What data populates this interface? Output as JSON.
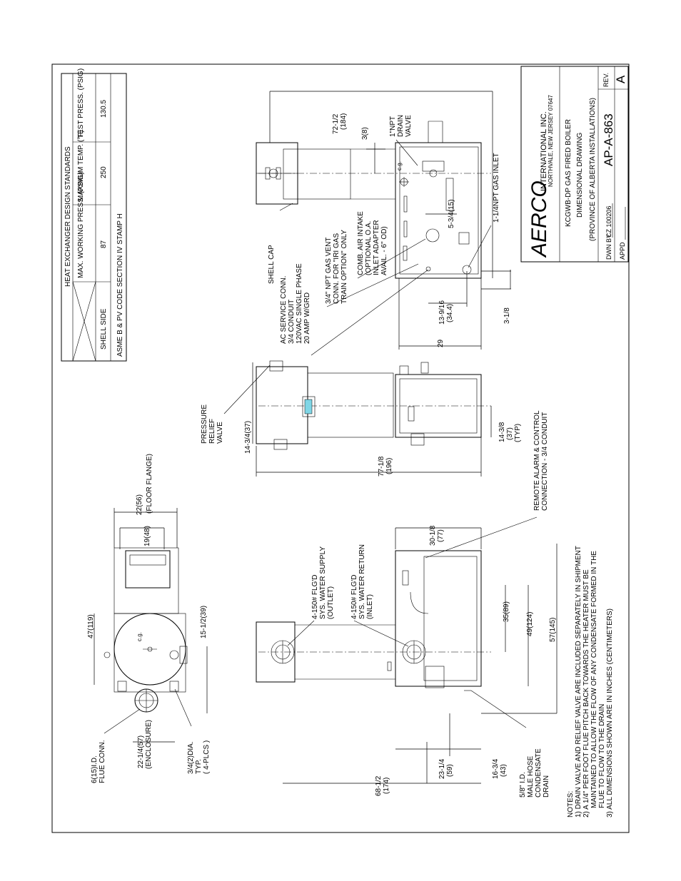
{
  "drawing": {
    "standards_table": {
      "title": "HEAT EXCHANGER DESIGN STANDARDS",
      "headers": [
        "MAX. WORKING PRESS. (PSIG)",
        "MAXIMUM TEMP. (°F)",
        "TEST PRESS. (PSIG)"
      ],
      "row_label": "SHELL SIDE",
      "values": [
        "87",
        "250",
        "130.5"
      ],
      "code": "ASME B & PV CODE SECTION IV STAMP H"
    },
    "title_block": {
      "company": "AERCO",
      "company_suffix": "INTERNATIONAL INC.",
      "address": "NORTHVALE, NEW JERSEY 07647",
      "desc1": "KCGWB-DP GAS FIRED BOILER",
      "desc2": "DIMENSIONAL DRAWING",
      "desc3": "(PROVINCE OF ALBERTA INSTALLATIONS)",
      "drawing_no": "AP-A-863",
      "rev_label": "REV.",
      "rev": "A",
      "dwn_by": "DWN BY",
      "dwn_val": "CZ 100206",
      "appd": "APPD"
    },
    "notes": [
      "NOTES:",
      "1) DRAIN VALVE AND RELIEF VALVE ARE INCLUDED SEPARATELY IN SHIPMENT",
      "2) A 1/4\" PER FOOT FLUE PITCH BACK TOWARDS THE HEATER MUST BE",
      "MAINTAINED TO ALLOW THE FLOW OF ANY CONDENSATE FORMED IN THE",
      "FLUE TO FLOW TO THE DRAIN",
      "3) ALL DIMENSIONS SHOWN ARE IN INCHES (CENTIMETERS)"
    ],
    "labels": {
      "shell_cap": "SHELL CAP",
      "ac1": "AC SERVICE CONN.",
      "ac2": "3/4 CONDUIT",
      "ac3": "120VAC SINGLE PHASE",
      "ac4": "20 AMP W/GRD",
      "gv1": "3/4\" NPT GAS VENT",
      "gv2": "CONN. FOR \"IRI GAS",
      "gv3": "TRAIN OPTION\" ONLY",
      "ca1": "COMB. AIR INTAKE",
      "ca2": "(OPTIONAL O.A.",
      "ca3": "INLET ADAPTER",
      "ca4": "AVAIL. - 6\" OD)",
      "drain1": "1\"NPT",
      "drain2": "DRAIN",
      "drain3": "VALVE",
      "gas_inlet": "1-1/4NPT GAS INLET",
      "prv1": "PRESSURE",
      "prv2": "RELIEF",
      "prv3": "VALVE",
      "ra1": "REMOTE ALARM & CONTROL",
      "ra2": "CONNECTION - 3/4 CONDUIT",
      "ws1": "4-150# FLG'D",
      "ws2": "SYS. WATER SUPPLY",
      "ws3": "(OUTLET)",
      "wr1": "4-150# FLG'D",
      "wr2": "SYS. WATER RETURN",
      "wr3": "(INLET)",
      "flue1": "6(15)I.D.",
      "flue2": "FLUE CONN.",
      "enc1": "22-1/4(57)",
      "enc2": "(ENCLOSURE)",
      "dia1": "3/4(2)DIA.",
      "dia2": "TYP.",
      "dia3": "( 4-PLCS )",
      "floor1": "22(56)",
      "floor2": "(FLOOR FLANGE)",
      "hose1": "5/8\" I.D.",
      "hose2": "MALE HOSE",
      "hose3": "CONDENSATE",
      "hose4": "DRAIN",
      "cg": "c.g."
    },
    "dims": {
      "d72_1": "72-1/2",
      "d72_2": "(184)",
      "d3_8": "3(8)",
      "d5_3_4": "5-3/4(15)",
      "d13_1": "13-9/16",
      "d13_2": "(34.4)",
      "d29": "29",
      "d3_1_8": "3-1/8",
      "d14_37": "14-3/4(37)",
      "d77_1": "77-1/8",
      "d77_2": "(196)",
      "d14_3_8_1": "14-3/8",
      "d14_3_8_2": "(37)",
      "d14_3_8_3": "(TYP)",
      "d30_1": "30-1/8",
      "d30_2": "(77)",
      "d35": "35(89)",
      "d49": "49(124)",
      "d57": "57(145)",
      "d47": "47(119)",
      "d19": "19(48)",
      "d15": "15-1/2(39)",
      "d68_1": "68-1/2",
      "d68_2": "(174)",
      "d23_1": "23-1/4",
      "d23_2": "(59)",
      "d16_1": "16-3/4",
      "d16_2": "(43)"
    }
  }
}
